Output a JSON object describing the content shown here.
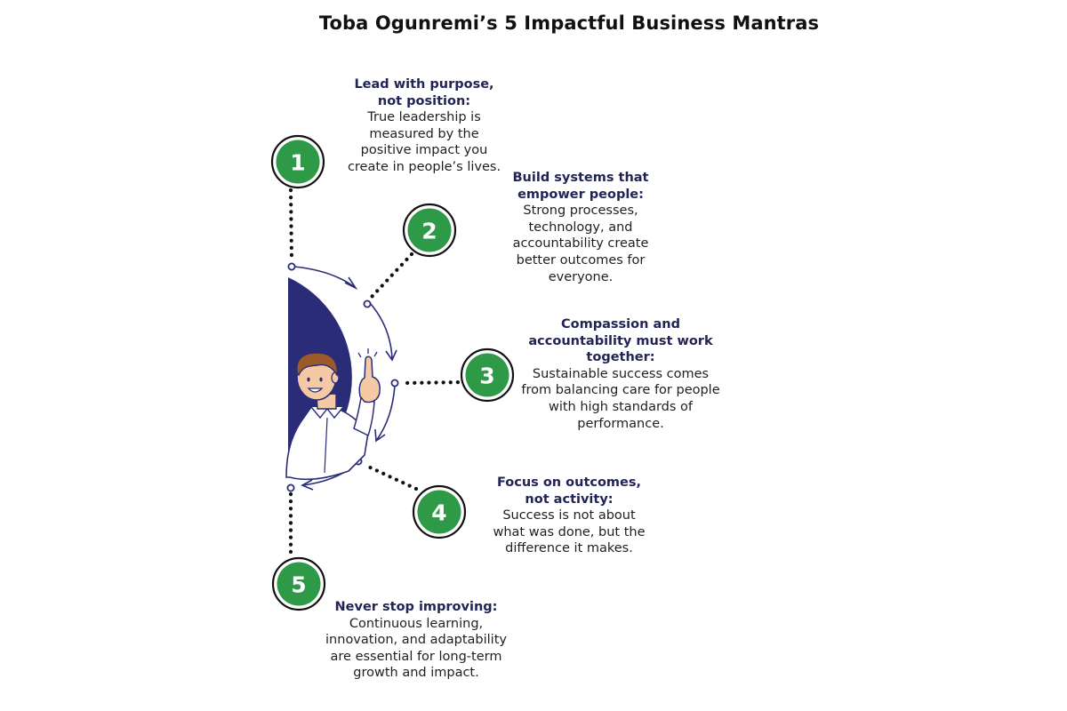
{
  "title": "Toba Ogunremi’s 5 Impactful Business Mantras",
  "colors": {
    "accent_green": "#2e9a48",
    "navy": "#2a2c78",
    "skin": "#f6c9a5",
    "hair": "#9b5a2a",
    "heading_text": "#222456"
  },
  "mantras": [
    {
      "number": "1",
      "heading": "Lead with purpose, not position:",
      "body": "True leadership is measured by the positive impact you create in people’s lives."
    },
    {
      "number": "2",
      "heading": "Build systems that empower people:",
      "body": "Strong processes, technology, and accountability create better outcomes for everyone."
    },
    {
      "number": "3",
      "heading": "Compassion and accountability must work together:",
      "body": "Sustainable success comes from balancing care for people with high standards of performance."
    },
    {
      "number": "4",
      "heading": "Focus on outcomes, not activity:",
      "body": "Success is not about what was done, but the difference it makes."
    },
    {
      "number": "5",
      "heading": "Never stop improving:",
      "body": "Continuous learning, innovation, and adaptability are essential for long-term growth and impact."
    }
  ]
}
